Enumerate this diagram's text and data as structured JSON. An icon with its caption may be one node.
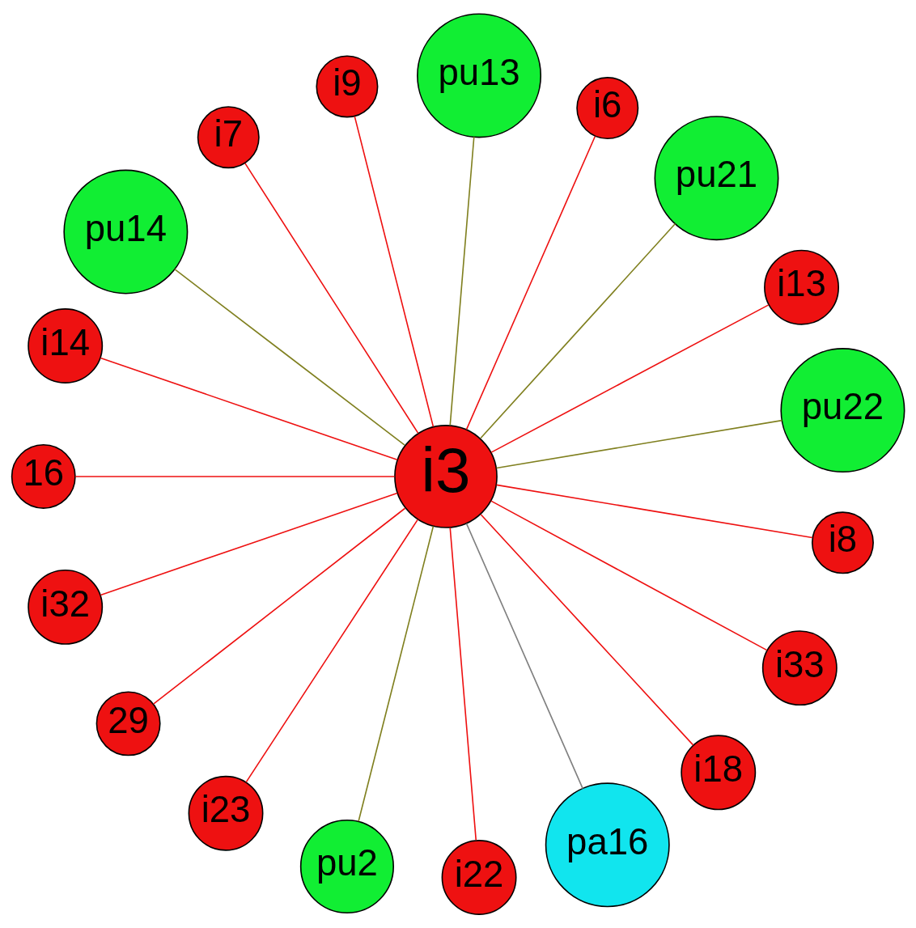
{
  "diagram": {
    "nodes": [
      {
        "text": [
          "i3"
        ]
      },
      {
        "text": [
          "pu22"
        ]
      },
      {
        "text": [
          "i13"
        ]
      },
      {
        "text": [
          "pu21"
        ]
      },
      {
        "text": [
          "i6"
        ]
      },
      {
        "text": [
          "pu13"
        ]
      },
      {
        "text": [
          "i9"
        ]
      },
      {
        "text": [
          "i7"
        ]
      },
      {
        "text": [
          "pu14"
        ]
      },
      {
        "text": [
          "i14"
        ]
      },
      {
        "text": [
          "16"
        ]
      },
      {
        "text": [
          "i32"
        ]
      },
      {
        "text": [
          "29"
        ]
      },
      {
        "text": [
          "i23"
        ]
      },
      {
        "text": [
          "pu2"
        ]
      },
      {
        "text": [
          "i22"
        ]
      },
      {
        "text": [
          "pa16"
        ]
      },
      {
        "text": [
          "i18"
        ]
      },
      {
        "text": [
          "i33"
        ]
      },
      {
        "text": [
          "i8"
        ]
      }
    ],
    "edges": [
      {
        "from": 0,
        "to": 1,
        "arrow": "none",
        "color": "#808020"
      },
      {
        "from": 0,
        "to": 2,
        "arrow": "none"
      },
      {
        "from": 0,
        "to": 3,
        "arrow": "none",
        "color": "#808020"
      },
      {
        "from": 0,
        "to": 4,
        "arrow": "none"
      },
      {
        "from": 0,
        "to": 5,
        "arrow": "none",
        "color": "#808020"
      },
      {
        "from": 0,
        "to": 6,
        "arrow": "none"
      },
      {
        "from": 0,
        "to": 7,
        "arrow": "none"
      },
      {
        "from": 0,
        "to": 8,
        "arrow": "none",
        "color": "#808020"
      },
      {
        "from": 0,
        "to": 9,
        "arrow": "none"
      },
      {
        "from": 0,
        "to": 10,
        "arrow": "none"
      },
      {
        "from": 0,
        "to": 11,
        "arrow": "none"
      },
      {
        "from": 0,
        "to": 12,
        "arrow": "none"
      },
      {
        "from": 0,
        "to": 13,
        "arrow": "none"
      },
      {
        "from": 0,
        "to": 14,
        "arrow": "none",
        "color": "#808020"
      },
      {
        "from": 0,
        "to": 15,
        "arrow": "none"
      },
      {
        "from": 0,
        "to": 16,
        "arrow": "none",
        "color": "#808080"
      },
      {
        "from": 0,
        "to": 17,
        "arrow": "none"
      },
      {
        "from": 0,
        "to": 18,
        "arrow": "none"
      },
      {
        "from": 0,
        "to": 19,
        "arrow": "none"
      }
    ]
  }
}
